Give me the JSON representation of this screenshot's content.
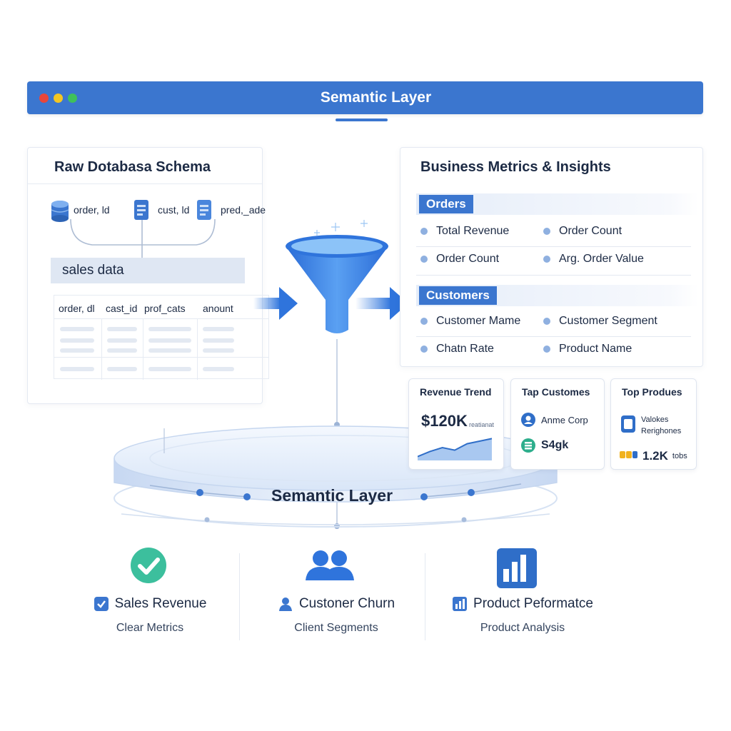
{
  "window": {
    "title": "Semantic Layer",
    "colors": {
      "titlebar": "#3b76cf",
      "close": "#e8463b",
      "minimize": "#f3c623",
      "maximize": "#3fc15b"
    }
  },
  "schema": {
    "title": "Raw Dotabasa Schema",
    "fields": [
      {
        "label": "order, ld",
        "icon": "database-icon"
      },
      {
        "label": "cust, ld",
        "icon": "document-icon"
      },
      {
        "label": "pred,_ade",
        "icon": "document-icon"
      }
    ],
    "table_name": "sales data",
    "columns": [
      "order, dl",
      "cast_id",
      "prof_cats",
      "anount"
    ]
  },
  "funnel": {
    "icon": "funnel-icon"
  },
  "metrics": {
    "title": "Business Metrics & Insights",
    "groups": [
      {
        "name": "Orders",
        "items": [
          "Total Revenue",
          "Order Count",
          "Order Count",
          "Arg. Order Value"
        ]
      },
      {
        "name": "Customers",
        "items": [
          "Customer Mame",
          "Customer Segment",
          "Chatn Rate",
          "Product Name"
        ]
      }
    ]
  },
  "cards": {
    "revenue": {
      "title": "Revenue Trend",
      "value": "$120K",
      "caption": "reatianat",
      "trend": [
        0.15,
        0.35,
        0.5,
        0.4,
        0.65,
        0.75,
        0.85
      ]
    },
    "customers": {
      "title": "Tap Customes",
      "entries": [
        "Anme Corp",
        "S4gk"
      ]
    },
    "products": {
      "title": "Top Produes",
      "line1": "Valokes",
      "line2": "Rerighones",
      "value": "1.2K",
      "unit": "tobs"
    }
  },
  "platform": {
    "label": "Semantic Layer"
  },
  "features": [
    {
      "title": "Sales Revenue",
      "subtitle": "Clear Metrics",
      "icon": "check-circle-icon"
    },
    {
      "title": "Custoner Churn",
      "subtitle": "Client Segments",
      "icon": "users-icon"
    },
    {
      "title": "Product Peformatce",
      "subtitle": "Product Analysis",
      "icon": "bar-chart-icon"
    }
  ]
}
